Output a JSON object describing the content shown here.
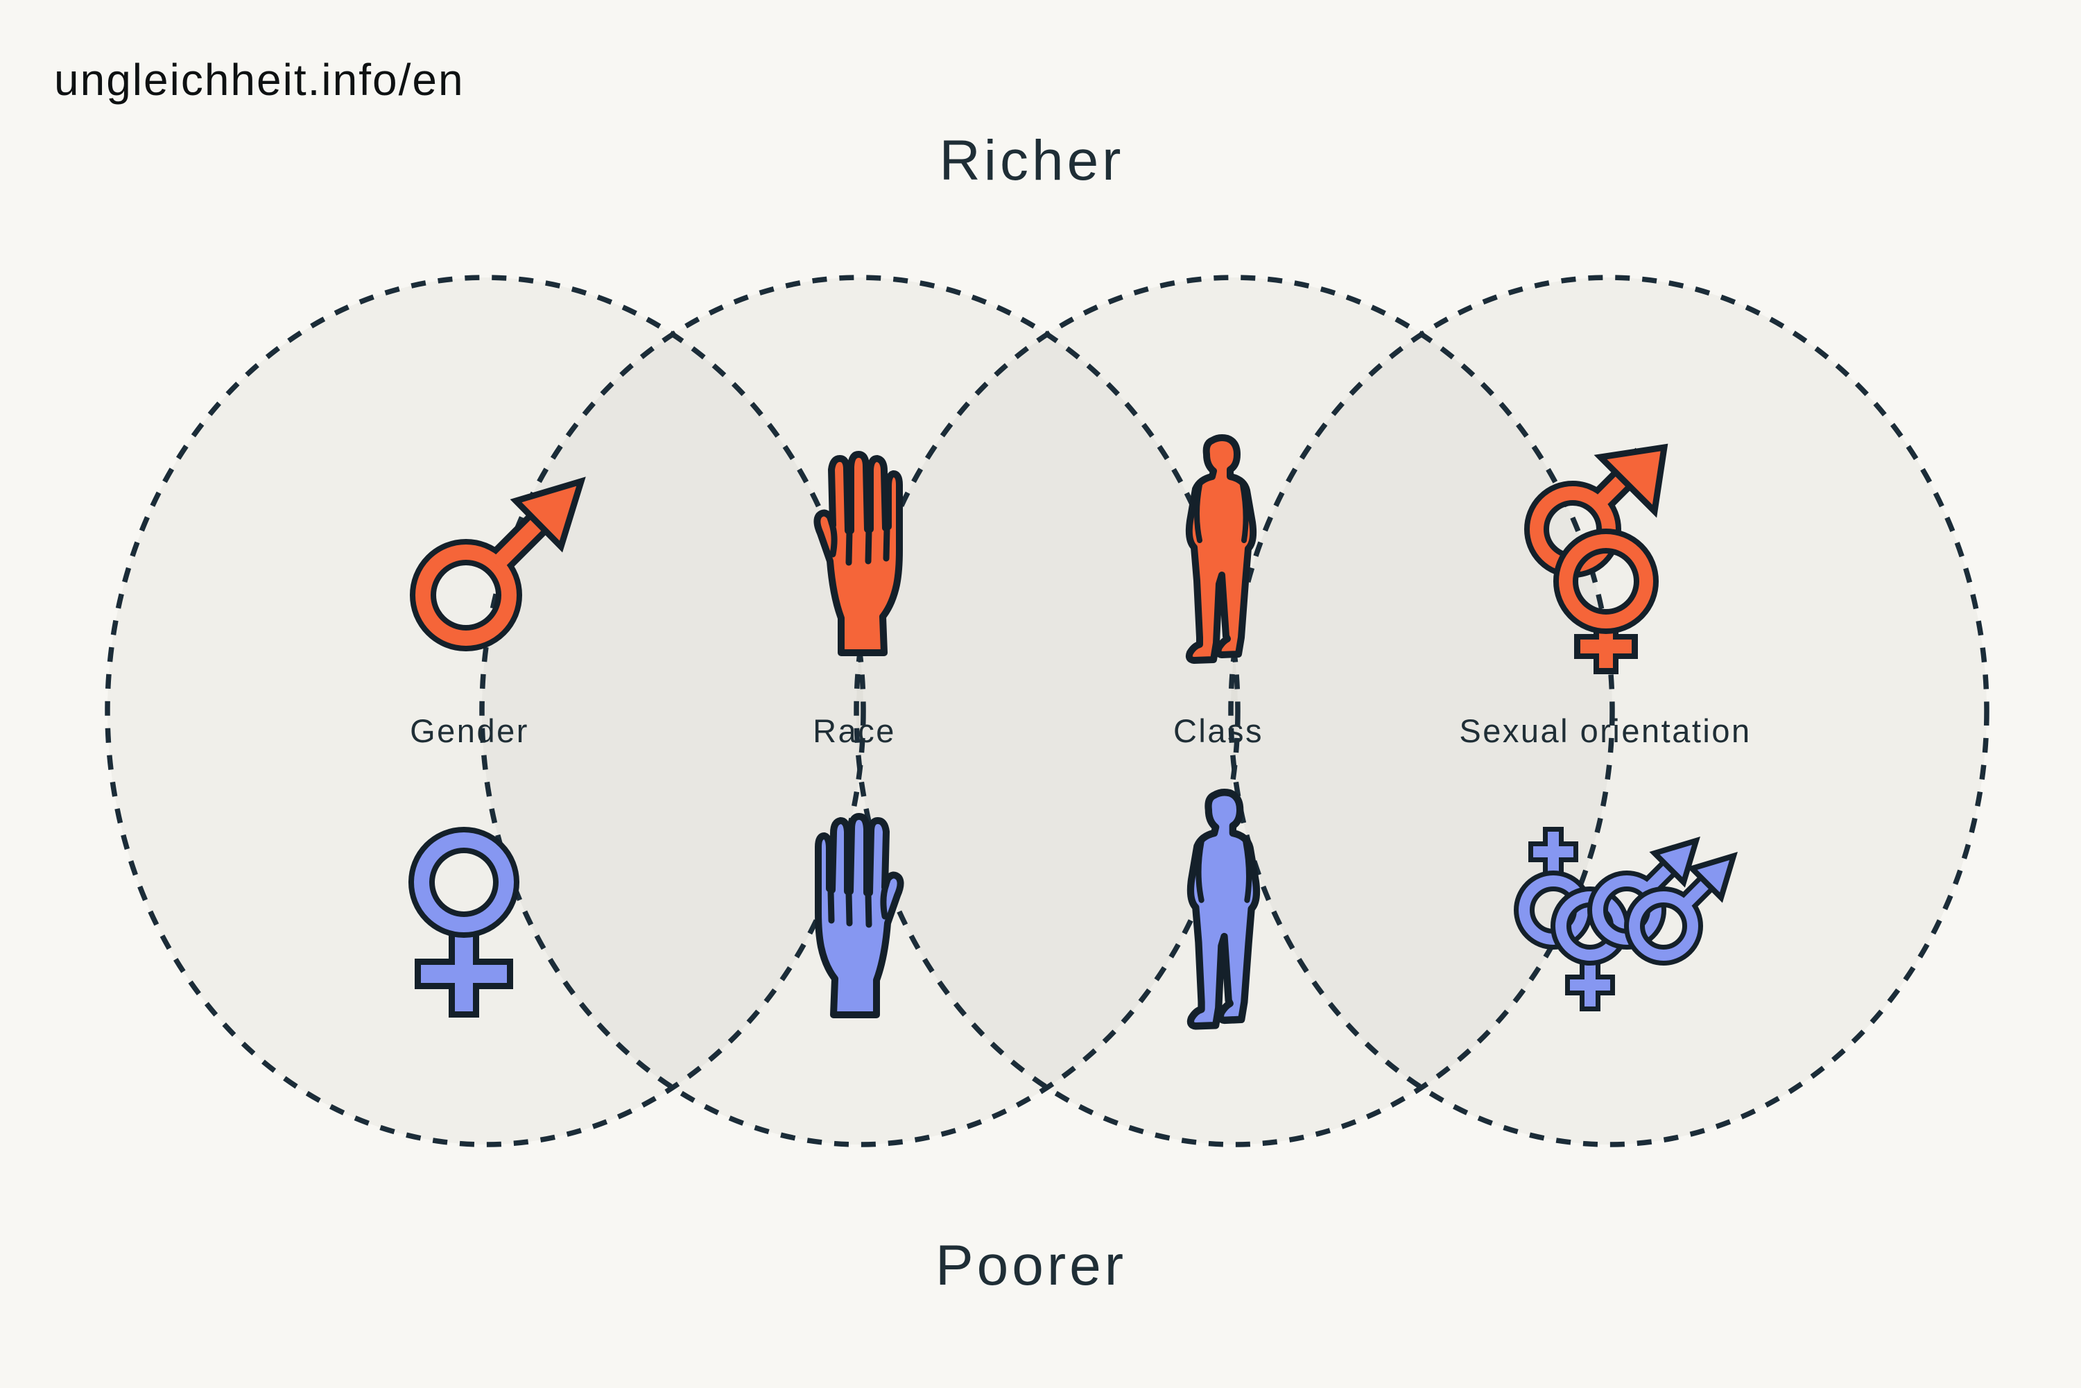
{
  "source": {
    "url": "ungleichheit.info/en"
  },
  "axis": {
    "top_label": "Richer",
    "bottom_label": "Poorer"
  },
  "categories": [
    {
      "label": "Gender",
      "top_icon": "male-symbol",
      "bottom_icon": "female-symbol"
    },
    {
      "label": "Race",
      "top_icon": "raised-hand",
      "bottom_icon": "raised-hand"
    },
    {
      "label": "Class",
      "top_icon": "standing-person",
      "bottom_icon": "standing-person"
    },
    {
      "label": "Sexual orientation",
      "top_icon": "interlocked-male-female-symbols",
      "bottom_icon": "interlocked-female-female-male-male-symbols"
    }
  ],
  "colors": {
    "richer_icon": "#f56539",
    "poorer_icon": "#8697f1",
    "icon_outline": "#14202a",
    "dashed_circle": "#1b2c38",
    "background": "#f8f7f3",
    "text": "#1f2e36"
  }
}
